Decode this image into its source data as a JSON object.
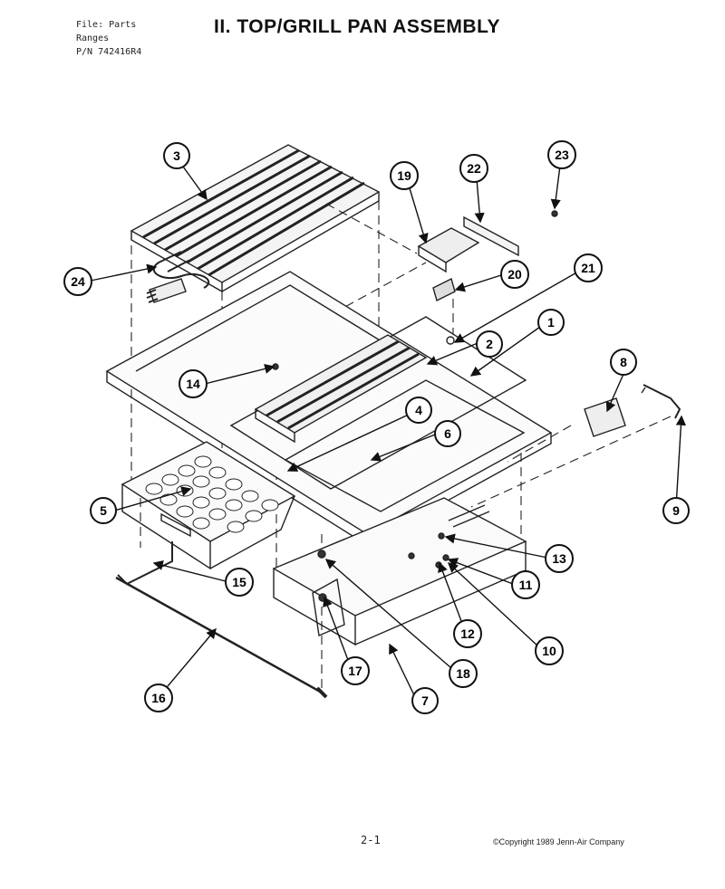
{
  "header": {
    "file_lines": [
      "File: Parts",
      "Ranges",
      "P/N 742416R4"
    ],
    "title": "II. TOP/GRILL PAN ASSEMBLY"
  },
  "footer": {
    "page_number": "2-1",
    "copyright": "©Copyright 1989 Jenn-Air Company"
  },
  "callouts": [
    "1",
    "2",
    "3",
    "4",
    "5",
    "6",
    "7",
    "8",
    "9",
    "10",
    "11",
    "12",
    "13",
    "14",
    "15",
    "16",
    "17",
    "18",
    "19",
    "20",
    "21",
    "22",
    "23",
    "24"
  ]
}
